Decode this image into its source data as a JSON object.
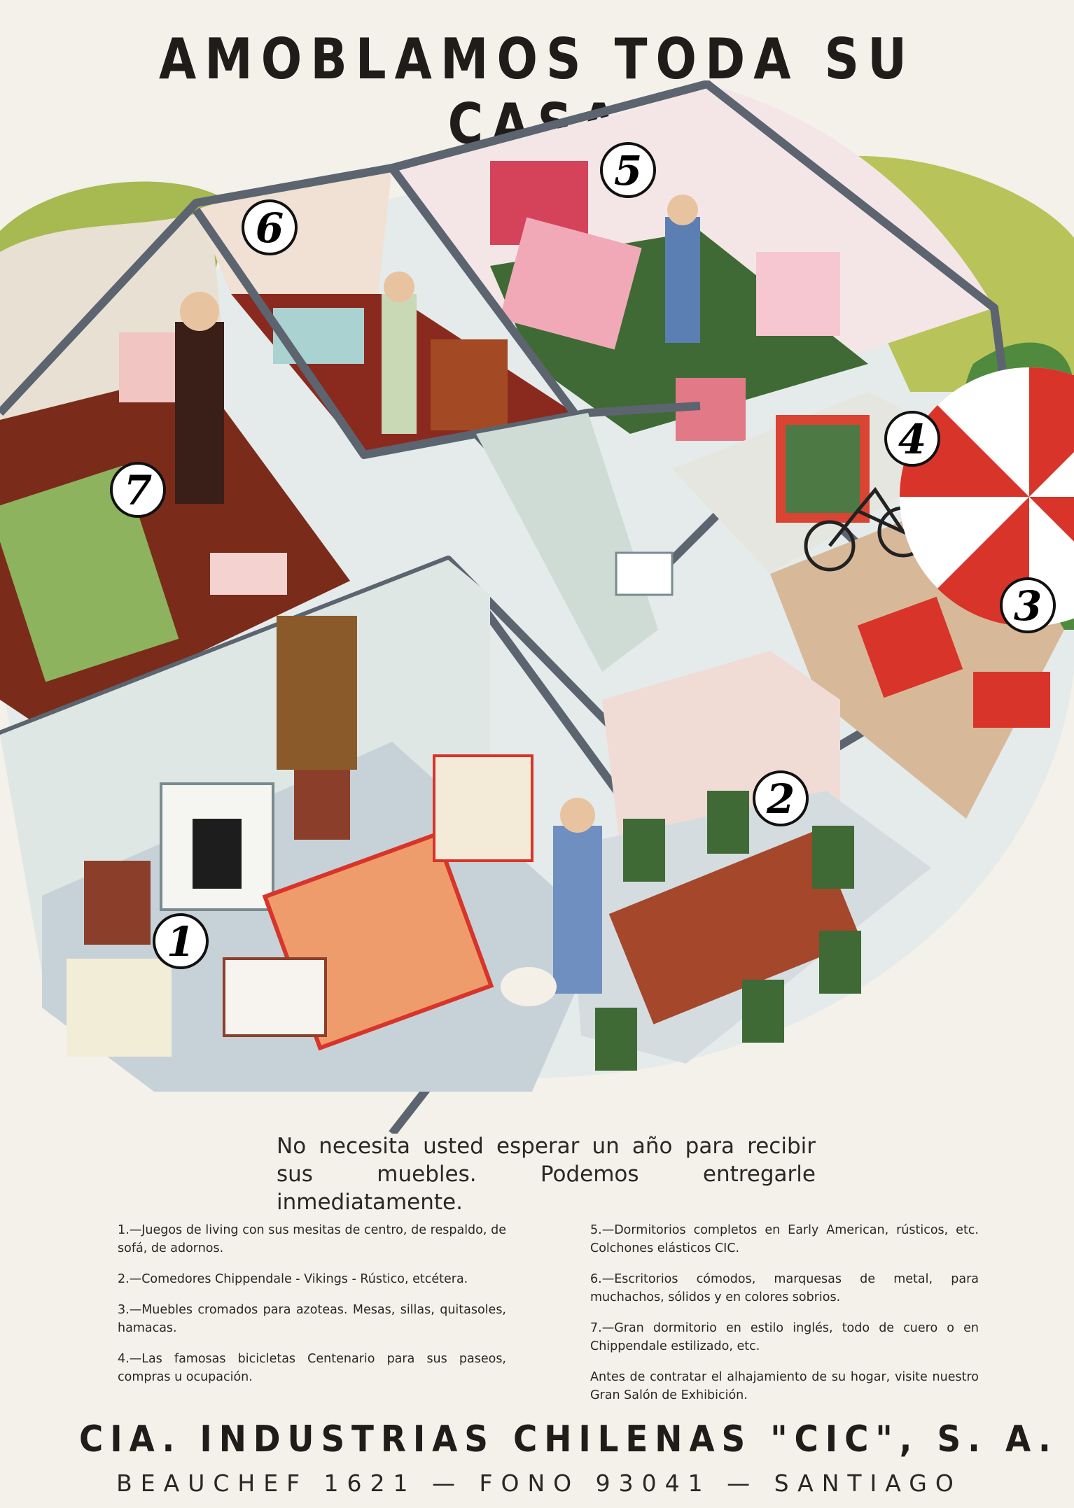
{
  "headline": "AMOBLAMOS TODA SU CASA",
  "room_numbers": [
    "1",
    "2",
    "3",
    "4",
    "5",
    "6",
    "7"
  ],
  "intro": "No necesita usted esperar un año para recibir sus muebles. Podemos entregarle inmediatamente.",
  "items_left": [
    "1.—Juegos de living con sus mesitas de centro, de respaldo, de sofá, de adornos.",
    "2.—Comedores Chippendale - Vikings - Rústico, etcétera.",
    "3.—Muebles cromados para azoteas. Mesas, sillas, quitasoles, hamacas.",
    "4.—Las famosas bicicletas Centenario para sus paseos, compras u ocupación."
  ],
  "items_right": [
    "5.—Dormitorios completos en Early American, rústicos, etc. Colchones elásticos CIC.",
    "6.—Escritorios cómodos, marquesas de metal, para muchachos, sólidos y en colores sobrios.",
    "7.—Gran dormitorio en estilo inglés, todo de cuero o en Chippendale estilizado, etc.",
    "Antes de contratar el alhajamiento de su hogar, visite nuestro Gran Salón de Exhibición."
  ],
  "company": "CIA. INDUSTRIAS CHILENAS \"CIC\", S. A.",
  "address": "BEAUCHEF 1621 — FONO 93041 — SANTIAGO",
  "colors": {
    "paper": "#f3f1ea",
    "ink": "#1f1c1a",
    "wall_outline": "#5c6470",
    "floor_blue": "#c7d2d8",
    "floor_brown": "#7a2b1a",
    "floor_green": "#3f6a35",
    "accent_red": "#d8342a"
  }
}
